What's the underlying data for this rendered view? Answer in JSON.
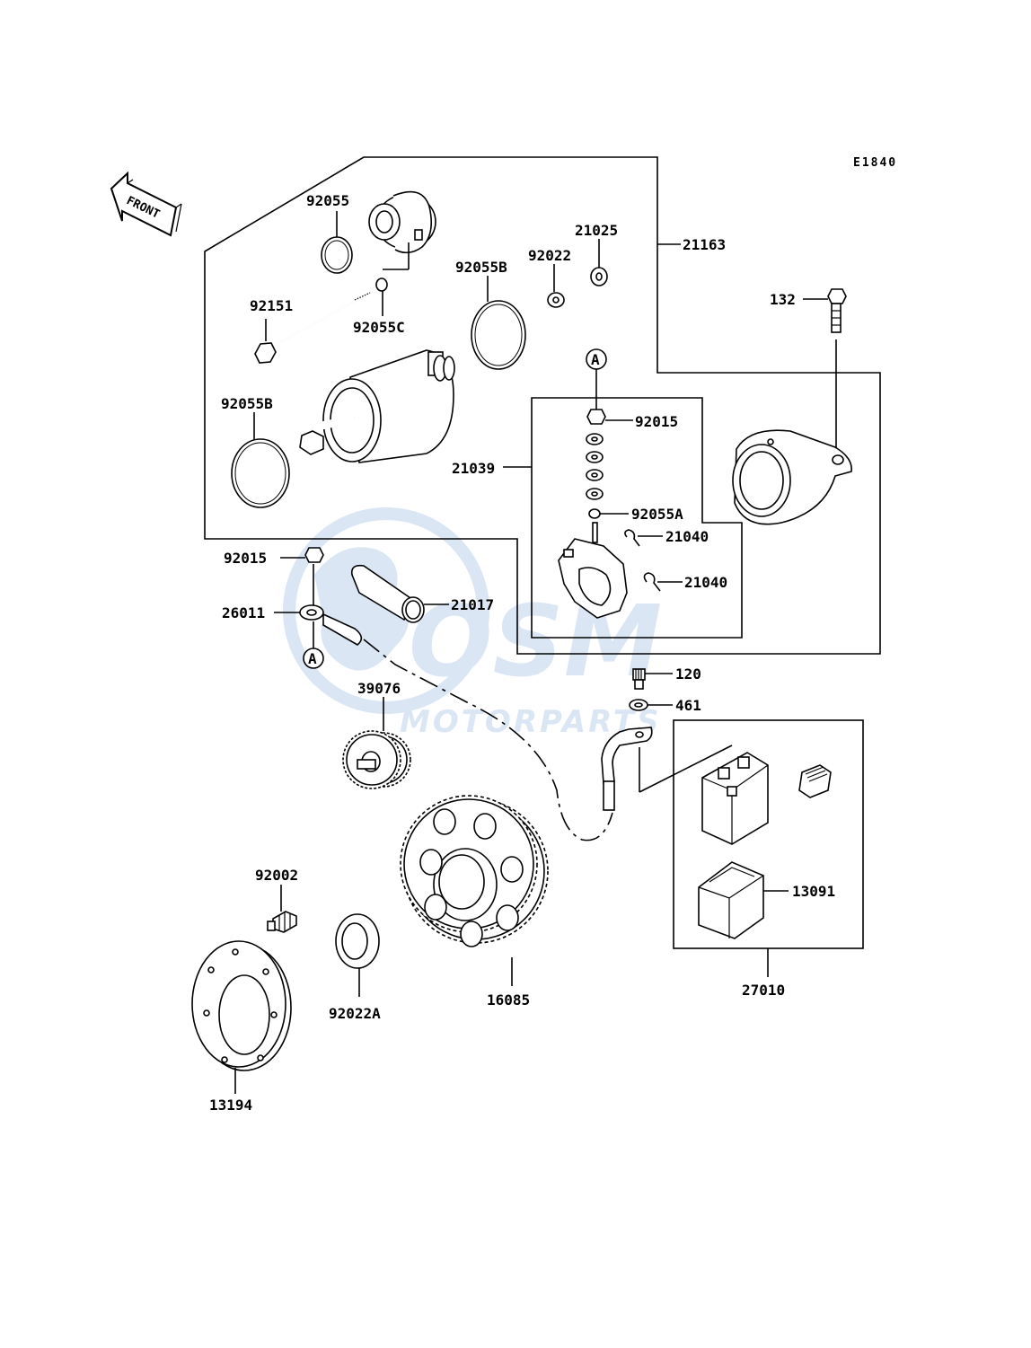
{
  "diagram_code": "E1840",
  "front_arrow_label": "FRONT",
  "reference_mark": "A",
  "watermark": {
    "brand": "OSM",
    "subtitle": "MOTORPARTS",
    "color": "#5a8fd0"
  },
  "labels": {
    "p92055": "92055",
    "p92055B_top": "92055B",
    "p92022": "92022",
    "p21025": "21025",
    "p21163": "21163",
    "p92151": "92151",
    "p92055C": "92055C",
    "p132": "132",
    "p92055B_left": "92055B",
    "p92015_top": "92015",
    "p21039": "21039",
    "p92055A": "92055A",
    "p21040_a": "21040",
    "p21040_b": "21040",
    "p92015_left": "92015",
    "p21017": "21017",
    "p26011": "26011",
    "p120": "120",
    "p461": "461",
    "p39076": "39076",
    "p13091": "13091",
    "p27010": "27010",
    "p92002": "92002",
    "p92022A": "92022A",
    "p16085": "16085",
    "p13194": "13194"
  }
}
